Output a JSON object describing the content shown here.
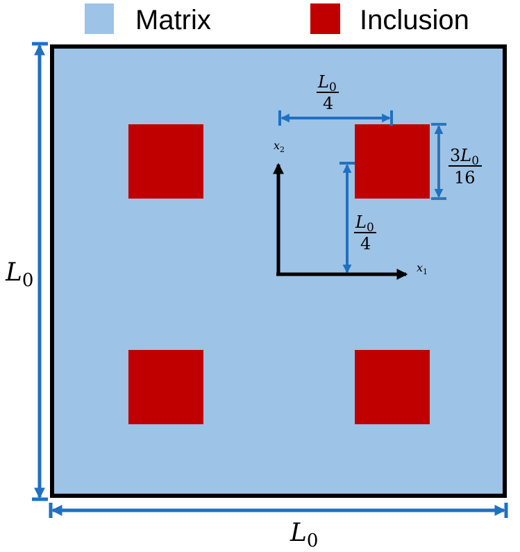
{
  "legend": {
    "matrix": {
      "label": "Matrix",
      "color": "#9dc3e6"
    },
    "inclusion": {
      "label": "Inclusion",
      "color": "#c00000"
    }
  },
  "colors": {
    "matrix": "#9dc3e6",
    "inclusion": "#c00000",
    "border": "#000000",
    "dimension": "#1f70c1",
    "axis": "#000000"
  },
  "labels": {
    "width": {
      "main": "L",
      "sub": "0"
    },
    "height": {
      "main": "L",
      "sub": "0"
    },
    "spacing_top": {
      "num_main": "L",
      "num_sub": "0",
      "den": "4"
    },
    "spacing_vertical": {
      "num_main": "L",
      "num_sub": "0",
      "den": "4"
    },
    "inclusion_size": {
      "num_coef": "3",
      "num_main": "L",
      "num_sub": "0",
      "den": "16"
    }
  },
  "axes": {
    "x": {
      "main": "x",
      "sub": "1"
    },
    "y": {
      "main": "x",
      "sub": "2"
    }
  }
}
